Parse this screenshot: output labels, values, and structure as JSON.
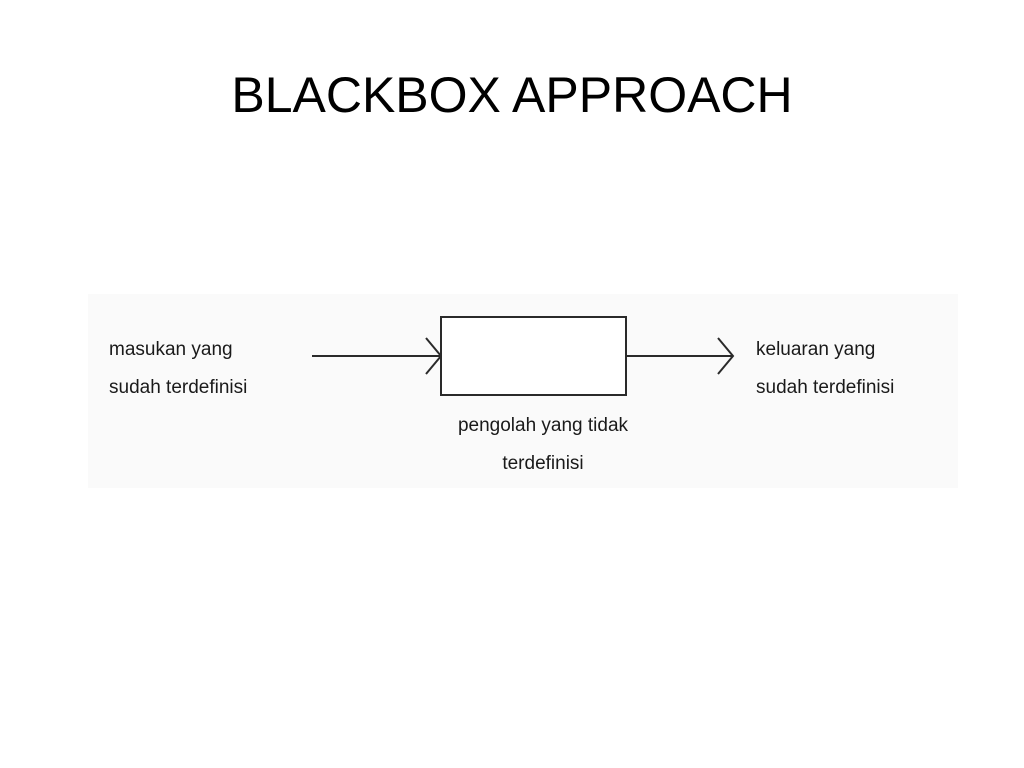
{
  "slide": {
    "title": "BLACKBOX APPROACH"
  },
  "diagram": {
    "input": {
      "line1": "masukan yang",
      "line2": "sudah terdefinisi"
    },
    "process": {
      "line1": "pengolah yang tidak",
      "line2": "terdefinisi"
    },
    "output": {
      "line1": "keluaran yang",
      "line2": "sudah terdefinisi"
    },
    "colors": {
      "stroke": "#2a2a2a",
      "panel_background": "#fafafa"
    }
  }
}
